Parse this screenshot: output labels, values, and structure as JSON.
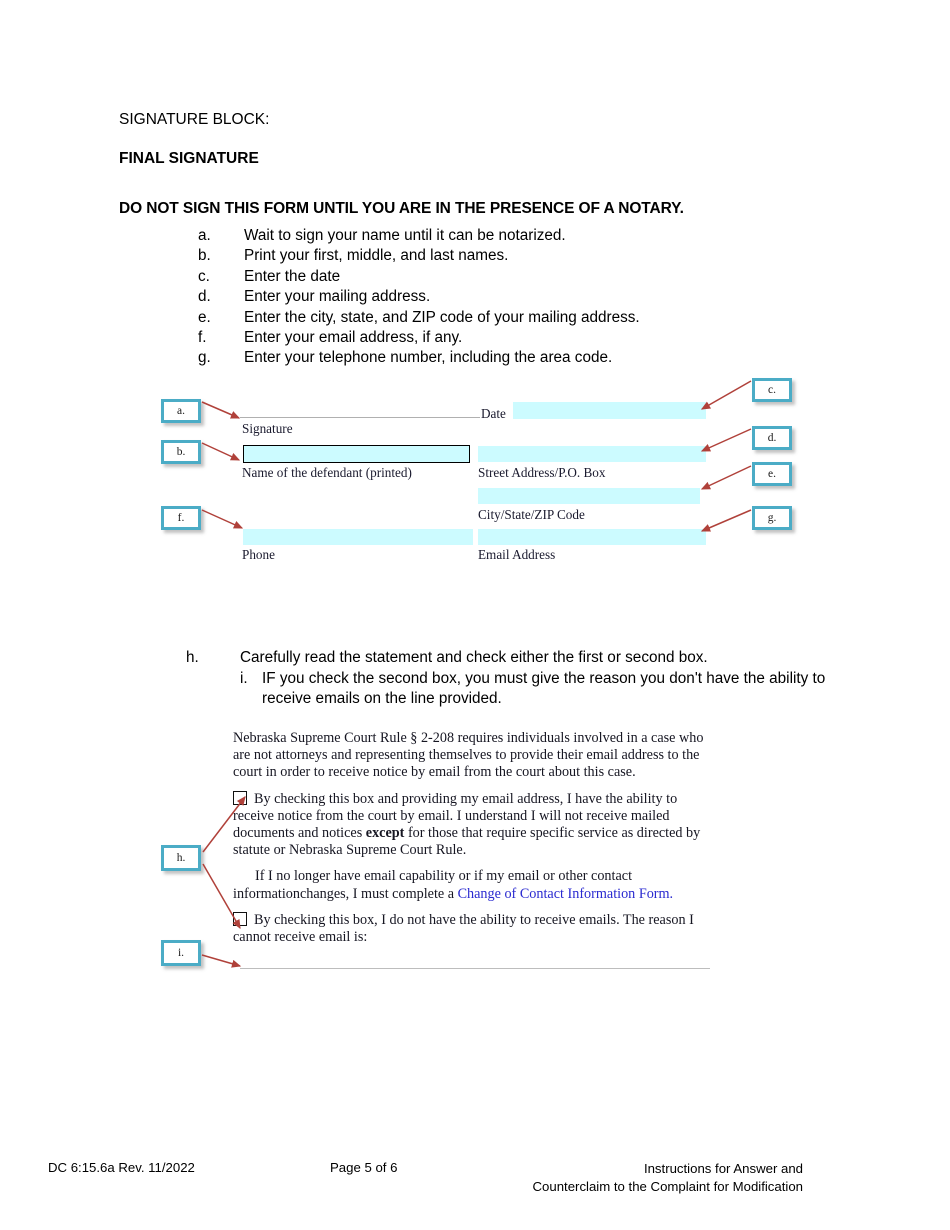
{
  "document": {
    "header": {
      "signature_block_label": "SIGNATURE BLOCK:",
      "final_signature_label": "FINAL SIGNATURE",
      "notary_warning": "DO NOT SIGN THIS FORM UNTIL YOU ARE IN THE PRESENCE OF A NOTARY."
    },
    "instructions": [
      {
        "marker": "a.",
        "text": "Wait to sign your name until it can be notarized."
      },
      {
        "marker": "b.",
        "text": "Print your first, middle, and last names."
      },
      {
        "marker": "c.",
        "text": "Enter the date"
      },
      {
        "marker": "d.",
        "text": "Enter your mailing address."
      },
      {
        "marker": "e.",
        "text": "Enter the city, state, and ZIP code of your mailing address."
      },
      {
        "marker": "f.",
        "text": "Enter your email address, if any."
      },
      {
        "marker": "g.",
        "text": "Enter your telephone number, including the area code."
      }
    ],
    "instructions_second": {
      "h": {
        "marker": "h.",
        "text": "Carefully read the statement and check either the first or second box."
      },
      "i": {
        "marker": "i.",
        "text": "IF you check the second box, you must give the reason you don't have the ability to receive emails on the line provided."
      }
    },
    "form_mock": {
      "labels": {
        "signature": "Signature",
        "date": "Date",
        "name_printed": "Name of the defendant (printed)",
        "street_address": "Street Address/P.O. Box",
        "city_state_zip": "City/State/ZIP Code",
        "phone": "Phone",
        "email_address": "Email Address"
      },
      "field_values": {
        "signature": "",
        "date": "",
        "name_printed": "",
        "street_address": "",
        "city_state_zip": "",
        "phone": "",
        "email_address": ""
      },
      "callouts": [
        {
          "id": "a",
          "label": "a."
        },
        {
          "id": "b",
          "label": "b."
        },
        {
          "id": "c",
          "label": "c."
        },
        {
          "id": "d",
          "label": "d."
        },
        {
          "id": "e",
          "label": "e."
        },
        {
          "id": "f",
          "label": "f."
        },
        {
          "id": "g",
          "label": "g."
        }
      ]
    },
    "rule_statement": {
      "intro": "Nebraska Supreme Court Rule § 2-208 requires individuals involved in a case who are not attorneys and representing themselves to provide their email address to the court in order to receive notice by email from the court about this case.",
      "checkbox_one": {
        "part1": "By checking this box and providing my email address, I have the ability to receive notice from the court by email. I understand I will not receive mailed documents and notices ",
        "emphasis": "except",
        "part2": " for those that require specific service as directed by statute or Nebraska Supreme Court Rule."
      },
      "change_para": {
        "part1": "If I no longer have email capability or if my email or other contact informationchanges, I must complete a ",
        "link": "Change of Contact Information Form."
      },
      "checkbox_two": {
        "text": "By checking this box, I do not have the ability to receive emails. The reason I cannot receive email is:"
      },
      "callouts": [
        {
          "id": "h",
          "label": "h."
        },
        {
          "id": "i",
          "label": "i."
        }
      ]
    },
    "footer": {
      "left": "DC 6:15.6a Rev. 11/2022",
      "center": "Page 5 of 6",
      "right_line1": "Instructions for Answer and",
      "right_line2": "Counterclaim to the Complaint for Modification"
    },
    "colors": {
      "callout_border": "#4bacc6",
      "field_fill": "#ccfbff",
      "arrow": "#b0413a",
      "link": "#2a2ad0"
    }
  }
}
